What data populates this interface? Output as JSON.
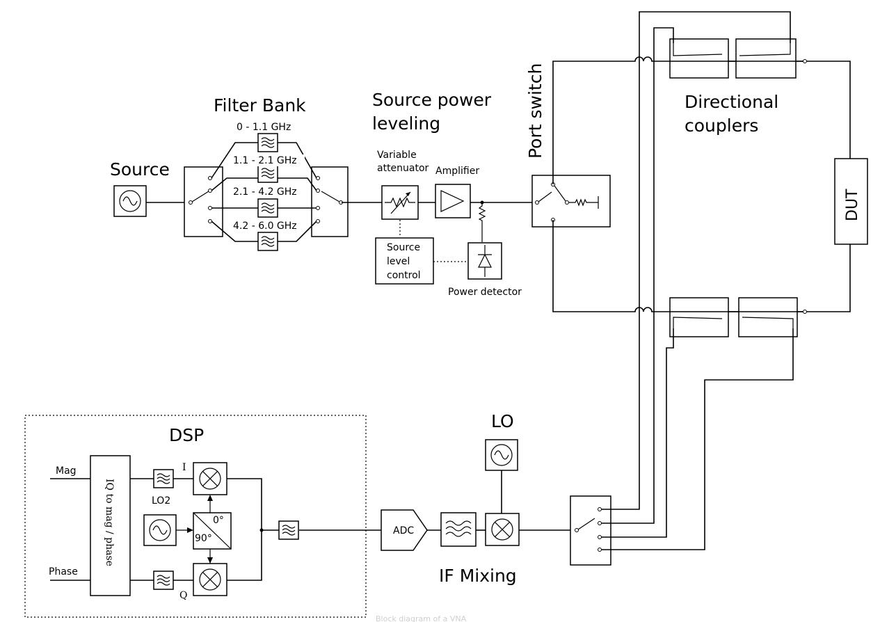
{
  "labels": {
    "filter_bank": "Filter Bank",
    "source": "Source",
    "band1": "0 - 1.1 GHz",
    "band2": "1.1 - 2.1 GHz",
    "band3": "2.1 - 4.2 GHz",
    "band4": "4.2 - 6.0 GHz",
    "source_power_l1": "Source power",
    "source_power_l2": "leveling",
    "var_att_l1": "Variable",
    "var_att_l2": "attenuator",
    "amplifier": "Amplifier",
    "slc_l1": "Source",
    "slc_l2": "level",
    "slc_l3": "control",
    "power_detector": "Power detector",
    "port_switch": "Port switch",
    "dir_l1": "Directional",
    "dir_l2": "couplers",
    "dut": "DUT",
    "lo": "LO",
    "adc": "ADC",
    "if_mixing": "IF Mixing",
    "dsp": "DSP",
    "mag": "Mag",
    "phase": "Phase",
    "iq_to_mag": "IQ to mag / phase",
    "lo2": "LO2",
    "i": "I",
    "q": "Q",
    "deg0": "0°",
    "deg90": "90°",
    "caption": "Block diagram of a VNA"
  },
  "icons": [
    "sine-source-icon",
    "bandpass-filter-icon",
    "variable-attenuator-icon",
    "amplifier-icon",
    "detector-diode-icon",
    "mixer-icon",
    "adc-icon",
    "switch-icon",
    "coupler-icon",
    "resistor-icon"
  ]
}
